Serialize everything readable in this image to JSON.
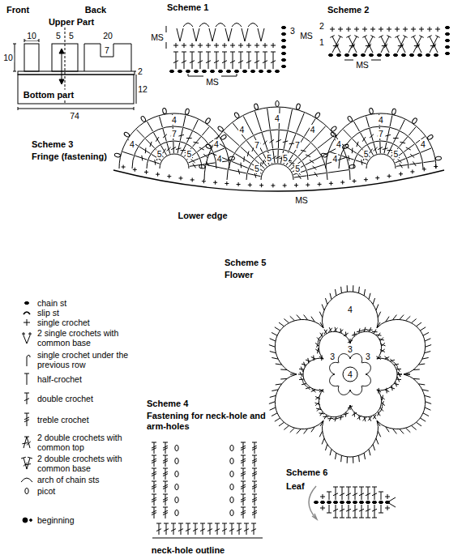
{
  "diagram": {
    "labels": [
      "Front",
      "Back",
      "Upper Part",
      "10",
      "5",
      "5",
      "20",
      "10",
      "7",
      "2",
      "Bottom part",
      "12",
      "74",
      "Scheme 1",
      "3",
      "MS",
      "MS",
      "Scheme 2",
      "2",
      "MS",
      "1",
      "MS",
      "Scheme 3",
      "Fringe (fastening)",
      "5",
      "5",
      "7",
      "4",
      "4",
      "4",
      "5",
      "5",
      "5",
      "5",
      "7",
      "7",
      "4",
      "4",
      "4",
      "4",
      "4",
      "5",
      "5",
      "7",
      "4",
      "4",
      "4",
      "MS",
      "Lower edge",
      "Scheme 5",
      "Flower",
      "4",
      "3",
      "3",
      "3",
      "4",
      "Scheme 4",
      "Fastening for neck-hole and arm-holes",
      "neck-hole outline",
      "Scheme 6",
      "Leaf"
    ],
    "legend": [
      {
        "text": "chain st"
      },
      {
        "text": "slip st"
      },
      {
        "text": "single crochet"
      },
      {
        "text": "2 single crochets with common base"
      },
      {
        "text": "single crochet under the previous row"
      },
      {
        "text": "half-crochet"
      },
      {
        "text": "double crochet"
      },
      {
        "text": "treble crochet"
      },
      {
        "text": "2 double crochets with common top"
      },
      {
        "text": "2 double crochets with common base"
      },
      {
        "text": "arch of chain sts"
      },
      {
        "text": "picot"
      },
      {
        "text": "beginning"
      }
    ]
  }
}
